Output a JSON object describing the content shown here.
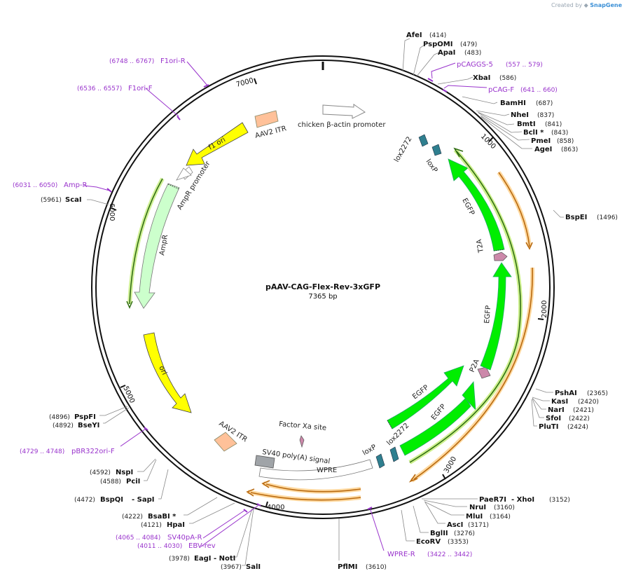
{
  "credit": {
    "prefix": "Created by",
    "brand": "SnapGene"
  },
  "plasmid": {
    "name": "pAAV-CAG-Flex-Rev-3xGFP",
    "length": "7365 bp"
  },
  "ticks": [
    "1000",
    "2000",
    "3000",
    "4000",
    "5000",
    "6000",
    "7000"
  ],
  "colors": {
    "yellow": "#ffff00",
    "green": "#00ee00",
    "lightgreen": "#ccffcc",
    "peach": "#ffc199",
    "teal": "#2f7f8f",
    "pink": "#cc88aa",
    "gray": "#a0a4a8",
    "orange": "#e8a030",
    "primer": "#9933cc"
  },
  "features": [
    {
      "label": "f1 ori"
    },
    {
      "label": "AAV2 ITR"
    },
    {
      "label": "chicken β-actin promoter"
    },
    {
      "label": "lox2272"
    },
    {
      "label": "loxP"
    },
    {
      "label": "EGFP"
    },
    {
      "label": "T2A"
    },
    {
      "label": "EGFP"
    },
    {
      "label": "P2A"
    },
    {
      "label": "EGFP"
    },
    {
      "label": "lox2272"
    },
    {
      "label": "EGFP"
    },
    {
      "label": "loxP"
    },
    {
      "label": "WPRE"
    },
    {
      "label": "SV40 poly(A) signal"
    },
    {
      "label": "Factor Xa site"
    },
    {
      "label": "AAV2 ITR"
    },
    {
      "label": "ori"
    },
    {
      "label": "AmpR"
    },
    {
      "label": "AmpR promoter"
    }
  ],
  "sites_right": [
    {
      "name": "AfeI",
      "pos": "(414)"
    },
    {
      "name": "PspOMI",
      "pos": "(479)"
    },
    {
      "name": "ApaI",
      "pos": "(483)"
    },
    {
      "name": "XbaI",
      "pos": "(586)"
    },
    {
      "name": "BamHI",
      "pos": "(687)"
    },
    {
      "name": "NheI",
      "pos": "(837)"
    },
    {
      "name": "BmtI",
      "pos": "(841)"
    },
    {
      "name": "BclI *",
      "pos": "(843)"
    },
    {
      "name": "PmeI",
      "pos": "(858)"
    },
    {
      "name": "AgeI",
      "pos": "(863)"
    },
    {
      "name": "BspEI",
      "pos": "(1496)"
    },
    {
      "name": "PshAI",
      "pos": "(2365)"
    },
    {
      "name": "KasI",
      "pos": "(2420)"
    },
    {
      "name": "NarI",
      "pos": "(2421)"
    },
    {
      "name": "SfoI",
      "pos": "(2422)"
    },
    {
      "name": "PluTI",
      "pos": "(2424)"
    },
    {
      "name": "PaeR7I",
      "pos": ""
    },
    {
      "name": "- XhoI",
      "pos": "(3152)"
    },
    {
      "name": "NruI",
      "pos": "(3160)"
    },
    {
      "name": "MluI",
      "pos": "(3164)"
    },
    {
      "name": "AscI",
      "pos": "(3171)"
    },
    {
      "name": "BglII",
      "pos": "(3276)"
    },
    {
      "name": "EcoRV",
      "pos": "(3353)"
    },
    {
      "name": "PflMI",
      "pos": "(3610)"
    }
  ],
  "sites_left": [
    {
      "name": "ScaI",
      "pos": "(5961)"
    },
    {
      "name": "PspFI",
      "pos": "(4896)"
    },
    {
      "name": "BseYI",
      "pos": "(4892)"
    },
    {
      "name": "NspI",
      "pos": "(4592)"
    },
    {
      "name": "PciI",
      "pos": "(4588)"
    },
    {
      "name": "BspQI",
      "pos": "(4472)"
    },
    {
      "name": "- SapI",
      "pos": ""
    },
    {
      "name": "BsaBI *",
      "pos": "(4222)"
    },
    {
      "name": "HpaI",
      "pos": "(4121)"
    },
    {
      "name": "EagI",
      "pos": "(3978)"
    },
    {
      "name": "- NotI",
      "pos": ""
    },
    {
      "name": "SalI",
      "pos": "(3967)"
    }
  ],
  "primers": [
    {
      "name": "pCAGGS-5",
      "range": "(557 .. 579)"
    },
    {
      "name": "pCAG-F",
      "range": "(641 .. 660)"
    },
    {
      "name": "F1ori-R",
      "range": "(6748 .. 6767)"
    },
    {
      "name": "F1ori-F",
      "range": "(6536 .. 6557)"
    },
    {
      "name": "Amp-R",
      "range": "(6031 .. 6050)"
    },
    {
      "name": "pBR322ori-F",
      "range": "(4729 .. 4748)"
    },
    {
      "name": "SV40pA-R",
      "range": "(4065 .. 4084)"
    },
    {
      "name": "EBV-rev",
      "range": "(4011 .. 4030)"
    },
    {
      "name": "WPRE-R",
      "range": "(3422 .. 3442)"
    }
  ]
}
